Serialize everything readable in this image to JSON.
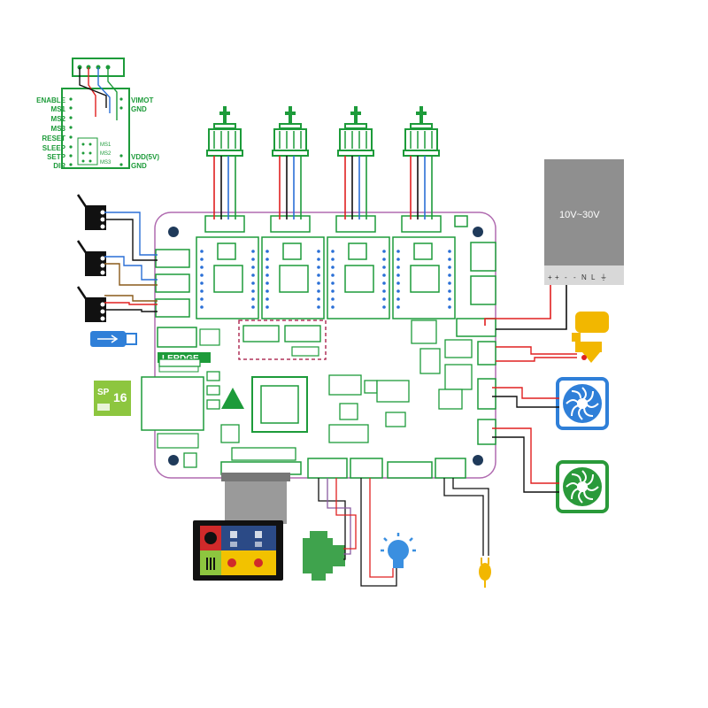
{
  "driver_pinout": {
    "left_pins": [
      "ENABLE",
      "MS1",
      "MS2",
      "MS3",
      "RESET",
      "SLEEP",
      "SETP",
      "DIR"
    ],
    "right_pins": [
      "VIMOT",
      "GND",
      "VDD(5V)",
      "GND"
    ],
    "jumper_labels": [
      "MS1",
      "MS2",
      "MS3"
    ]
  },
  "board": {
    "brand": "LERDGE",
    "pcb_color": "#2bb24a"
  },
  "power_supply": {
    "label": "10V~30V",
    "terminals": [
      "+",
      "+",
      "-",
      "-",
      "N",
      "L",
      "⏚"
    ]
  },
  "sd_card": {
    "brand": "SP",
    "capacity": "16"
  },
  "colors": {
    "wire_red": "#e02020",
    "wire_black": "#111111",
    "wire_blue": "#2a6fd6",
    "wire_green": "#1d9b3a",
    "wire_brown": "#8a5a1a",
    "fan_blue": "#2f7fd8",
    "fan_green": "#2a9a3a",
    "hotend_yellow": "#f2b700",
    "lamp_blue": "#3a8fe0"
  },
  "icons": [
    "limit-switch-icon",
    "usb-stick-icon",
    "sd-card-icon",
    "touch-screen-icon",
    "filament-sensor-icon",
    "light-bulb-icon",
    "thermistor-icon",
    "hotend-icon",
    "fan-icon",
    "stepper-motor-icon",
    "power-supply-icon"
  ]
}
